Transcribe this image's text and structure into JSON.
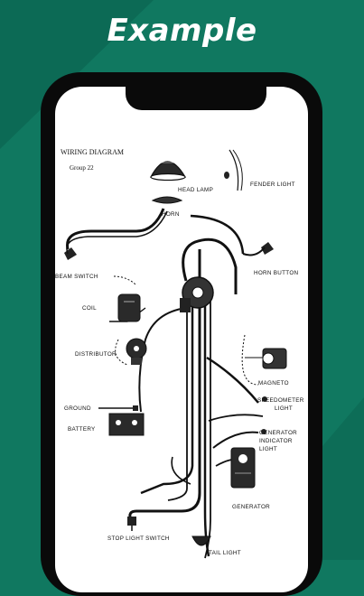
{
  "header": {
    "title": "Example"
  },
  "diagram": {
    "title": "WIRING DIAGRAM",
    "subtitle": "Group 22",
    "labels": {
      "head_lamp": "HEAD LAMP",
      "horn": "HORN",
      "fender_light": "FENDER LIGHT",
      "beam_switch": "BEAM SWITCH",
      "horn_button": "HORN BUTTON",
      "coil": "COIL",
      "distributor": "DISTRIBUTOR",
      "magneto": "MAGNETO",
      "speedometer_light": "SPEEDOMETER",
      "speedometer_light_2": "LIGHT",
      "ground": "GROUND",
      "battery": "BATTERY",
      "gen_indicator_1": "GENERATOR",
      "gen_indicator_2": "INDICATOR",
      "gen_indicator_3": "LIGHT",
      "generator": "GENERATOR",
      "stop_light_switch": "STOP LIGHT SWITCH",
      "tail_light": "TAIL LIGHT"
    }
  },
  "colors": {
    "background": "#107860",
    "background_dark": "#0b5c4a",
    "phone": "#0a0a0a"
  }
}
